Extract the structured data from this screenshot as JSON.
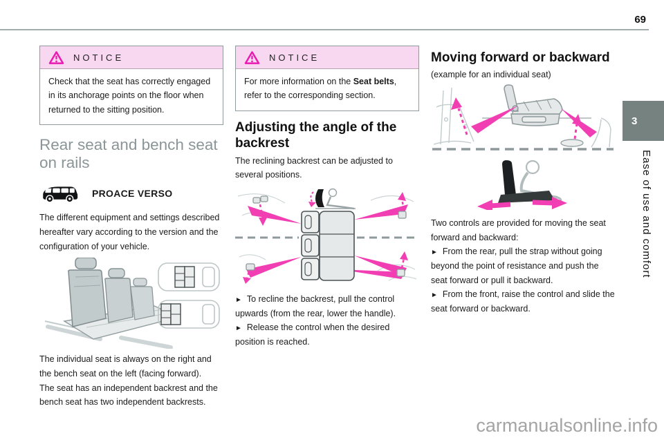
{
  "ui": {
    "bullet_marker": "►"
  },
  "page": {
    "number": "69",
    "watermark": "carmanualsonline.info"
  },
  "chapter_rail": {
    "tab_number": "3",
    "label": "Ease of use and comfort"
  },
  "icons": {
    "notice_icon": "warning-triangle-icon",
    "model_icon": "van-icon"
  },
  "colors": {
    "notice_header_bg": "#f8d7f0",
    "accent_magenta": "#f23eb3",
    "section_title_gray": "#8a9598",
    "chapter_tab_bg": "#758280"
  },
  "columns": {
    "left": {
      "notice": {
        "title": "NOTICE",
        "body": "Check that the seat has correctly engaged in its anchorage points on the floor when returned to the sitting position."
      },
      "section_title": "Rear seat and bench seat on rails",
      "model_badge": "PROACE VERSO",
      "intro": "The different equipment and settings described hereafter vary according to the version and the configuration of your vehicle.",
      "paragraphs": [
        "The individual seat is always on the right and the bench seat on the left (facing forward).",
        "The seat has an independent backrest and the bench seat has two independent backrests."
      ]
    },
    "middle": {
      "notice": {
        "title": "NOTICE",
        "body_prefix": "For more information on the ",
        "body_bold": "Seat belts",
        "body_suffix": ", refer to the corresponding section."
      },
      "section_title": "Adjusting the angle of the backrest",
      "intro": "The reclining backrest can be adjusted to several positions.",
      "bullets": [
        "To recline the backrest, pull the control upwards (from the rear, lower the handle).",
        "Release the control when the desired position is reached."
      ]
    },
    "right": {
      "section_title": "Moving forward or backward",
      "subtitle": "(example for an individual seat)",
      "intro": "Two controls are provided for moving the seat forward and backward:",
      "bullets": [
        "From the rear, pull the strap without going beyond the point of resistance and push the seat forward or pull it backward.",
        "From the front, raise the control and slide the seat forward or backward."
      ]
    }
  }
}
